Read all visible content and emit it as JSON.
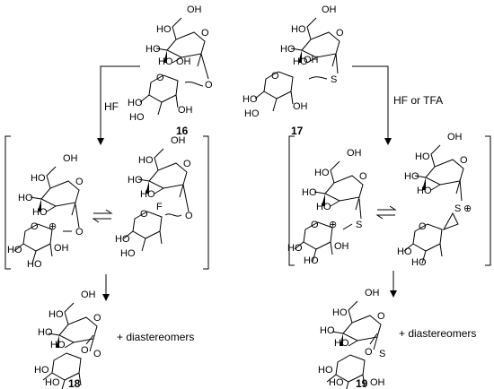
{
  "compounds": {
    "c16": "16",
    "c17": "17",
    "c18": "18",
    "c19": "19"
  },
  "reagents": {
    "left": "HF",
    "right": "HF or TFA"
  },
  "notes": {
    "diastereomers_left": "+ diastereomers",
    "diastereomers_right": "+ diastereomers"
  },
  "atoms": {
    "OH": "OH",
    "HO": "HO",
    "O": "O",
    "S": "S",
    "F": "F",
    "plus": "⊕"
  }
}
